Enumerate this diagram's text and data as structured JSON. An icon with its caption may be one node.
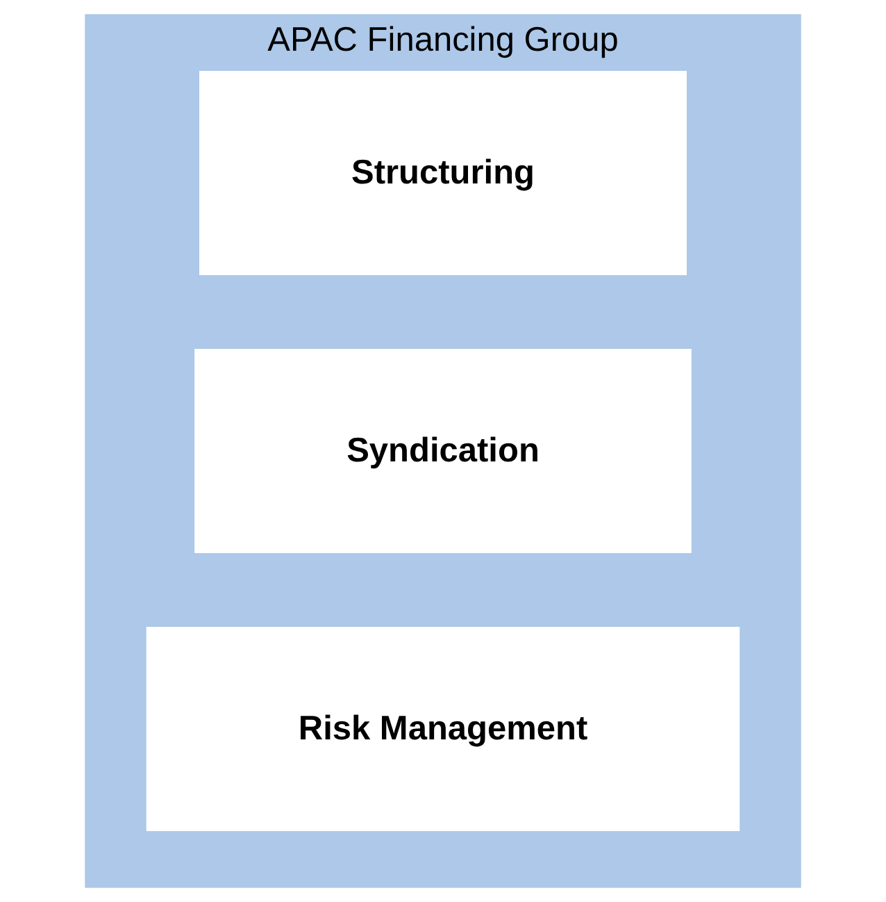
{
  "diagram": {
    "nodes": [
      {
        "text": [
          "APAC Financing Group"
        ]
      },
      {
        "text": [
          "Structuring"
        ],
        "in": 0
      },
      {
        "text": [
          "Syndication"
        ],
        "in": 0
      },
      {
        "text": [
          "Risk Management"
        ],
        "in": 0
      }
    ]
  }
}
